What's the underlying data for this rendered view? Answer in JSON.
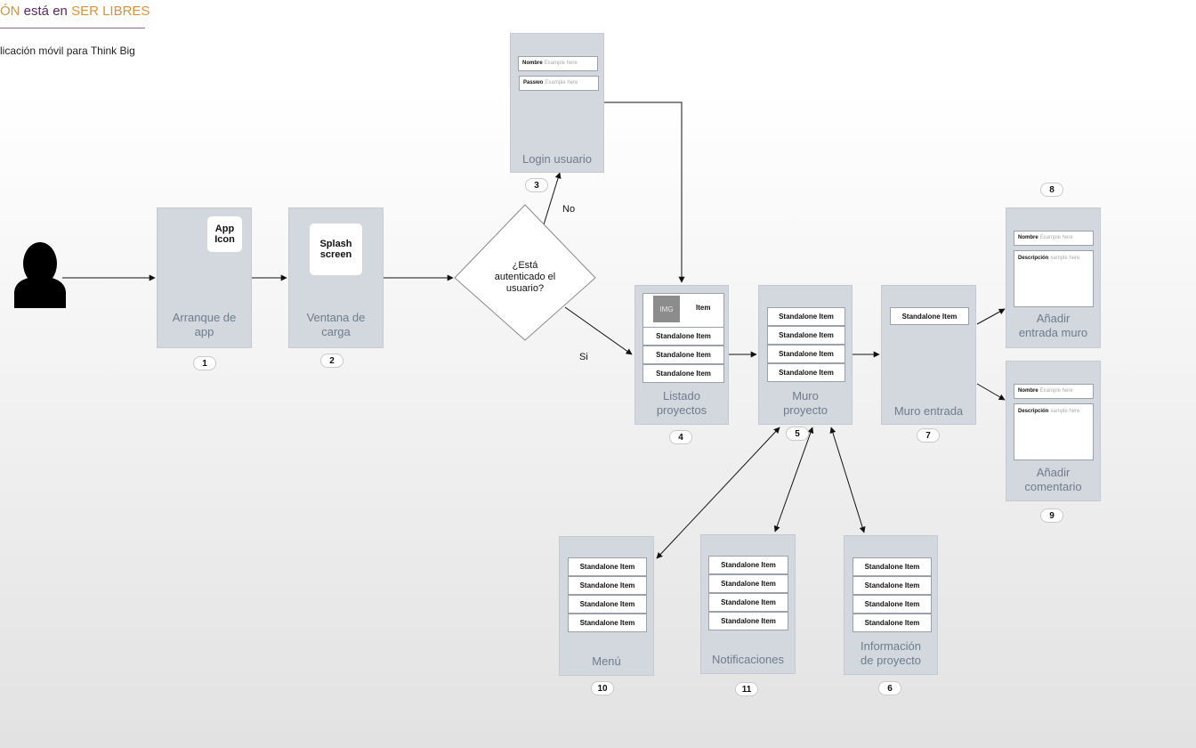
{
  "header": {
    "brand_part1": "ÓN",
    "brand_part2": "está en",
    "brand_part3": "SER LIBRES",
    "subtitle": "licación móvil para Think Big"
  },
  "decision": {
    "line1": "¿Está",
    "line2": "autenticado el",
    "line3": "usuario?",
    "no_label": "No",
    "yes_label": "Si"
  },
  "screens": {
    "s1": {
      "line1": "Arranque de",
      "line2": "app",
      "icon_line1": "App",
      "icon_line2": "Icon",
      "badge": "1"
    },
    "s2": {
      "line1": "Ventana de",
      "line2": "carga",
      "icon_line1": "Splash",
      "icon_line2": "screen",
      "badge": "2"
    },
    "s3": {
      "caption": "Login usuario",
      "badge": "3",
      "field1_label": "Nombre",
      "field1_placeholder": "Example here",
      "field2_label": "Passwo",
      "field2_placeholder": "Example here"
    },
    "s4": {
      "line1": "Listado",
      "line2": "proyectos",
      "badge": "4",
      "img_label": "IMG",
      "head_item": "Item",
      "items": [
        "Standalone Item",
        "Standalone Item",
        "Standalone Item"
      ]
    },
    "s5": {
      "line1": "Muro",
      "line2": "proyecto",
      "badge": "5",
      "items": [
        "Standalone Item",
        "Standalone Item",
        "Standalone Item",
        "Standalone Item"
      ]
    },
    "s6": {
      "line1": "Información",
      "line2": "de proyecto",
      "badge": "6",
      "items": [
        "Standalone Item",
        "Standalone Item",
        "Standalone Item",
        "Standalone Item"
      ]
    },
    "s7": {
      "caption": "Muro entrada",
      "badge": "7",
      "items": [
        "Standalone Item"
      ]
    },
    "s8": {
      "line1": "Añadir",
      "line2": "entrada muro",
      "badge": "8",
      "field1_label": "Nombre",
      "field1_placeholder": "Example here",
      "field2_label": "Descripción",
      "field2_placeholder": "xample here"
    },
    "s9": {
      "line1": "Añadir",
      "line2": "comentario",
      "badge": "9",
      "field1_label": "Nombre",
      "field1_placeholder": "Example here",
      "field2_label": "Descripción",
      "field2_placeholder": "xample here"
    },
    "s10": {
      "caption": "Menú",
      "badge": "10",
      "items": [
        "Standalone Item",
        "Standalone Item",
        "Standalone Item",
        "Standalone Item"
      ]
    },
    "s11": {
      "caption": "Notificaciones",
      "badge": "11",
      "items": [
        "Standalone Item",
        "Standalone Item",
        "Standalone Item",
        "Standalone Item"
      ]
    }
  },
  "colors": {
    "screen_bg": "#d3d7de",
    "caption_text": "#6e7c8c",
    "brand_orange": "#d6913f",
    "brand_purple": "#5a2a5e"
  },
  "icons": {
    "user": "user-silhouette-icon"
  }
}
